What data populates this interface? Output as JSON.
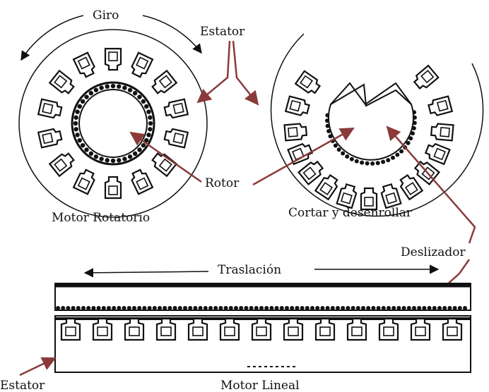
{
  "diagram": {
    "labels": {
      "giro": "Giro",
      "estator_top": "Estator",
      "rotor": "Rotor",
      "motor_rotatorio": "Motor Rotatorio",
      "cortar": "Cortar y desenrollar",
      "deslizador": "Deslizador",
      "traslacion": "Traslación",
      "estator_bottom": "Estator",
      "motor_lineal": "Motor Lineal"
    },
    "colors": {
      "ink": "#111111",
      "arrow": "#8b3a3a"
    }
  }
}
